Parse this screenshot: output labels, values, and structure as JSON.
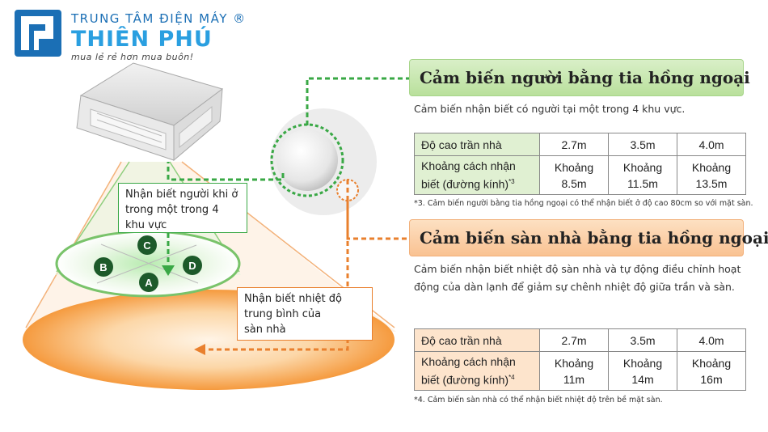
{
  "brand": {
    "top_line": "TRUNG TÂM ĐIỆN MÁY ®",
    "name": "THIÊN PHÚ",
    "slogan": "mua lẻ rẻ hơn mua buôn!"
  },
  "human_sensor": {
    "title": "Cảm biến người bằng tia hồng ngoại",
    "description": "Cảm biến nhận biết có người tại một trong 4 khu vực.",
    "table": {
      "row1_label": "Độ cao trần nhà",
      "heights": [
        "2.7m",
        "3.5m",
        "4.0m"
      ],
      "row2_label_line1": "Khoảng cách nhận",
      "row2_label_line2": "biết (đường kính)",
      "row2_sup": "*3",
      "prefix": "Khoảng",
      "distances": [
        "8.5m",
        "11.5m",
        "13.5m"
      ]
    },
    "note": "*3. Cảm biến người bằng tia hồng ngoại có thể nhận biết ở độ cao 80cm so với mặt sàn."
  },
  "floor_sensor": {
    "title": "Cảm biến sàn nhà bằng tia hồng ngoại",
    "description_line1": "Cảm biến nhận biết nhiệt độ sàn nhà và tự động điều chỉnh hoạt",
    "description_line2": "động của dàn lạnh để giảm sự chênh nhiệt độ giữa trần và sàn.",
    "table": {
      "row1_label": "Độ cao trần nhà",
      "heights": [
        "2.7m",
        "3.5m",
        "4.0m"
      ],
      "row2_label_line1": "Khoảng cách nhận",
      "row2_label_line2": "biết (đường kính)",
      "row2_sup": "*4",
      "prefix": "Khoảng",
      "distances": [
        "11m",
        "14m",
        "16m"
      ]
    },
    "note": "*4. Cảm biến sàn nhà có thể nhận biết nhiệt độ trên bề mặt sàn."
  },
  "callouts": {
    "green_line1": "Nhận biết người khi ở",
    "green_line2": "trong một trong 4",
    "green_line3": "khu vực",
    "orange_line1": "Nhận biết nhiệt độ",
    "orange_line2": "trung bình của",
    "orange_line3": "sàn nhà"
  },
  "zones": [
    "A",
    "B",
    "C",
    "D"
  ],
  "colors": {
    "brand_blue": "#2a9fe0",
    "green": "#39a845",
    "orange": "#e9802e",
    "zone_dark_green": "#1d5a2a"
  }
}
